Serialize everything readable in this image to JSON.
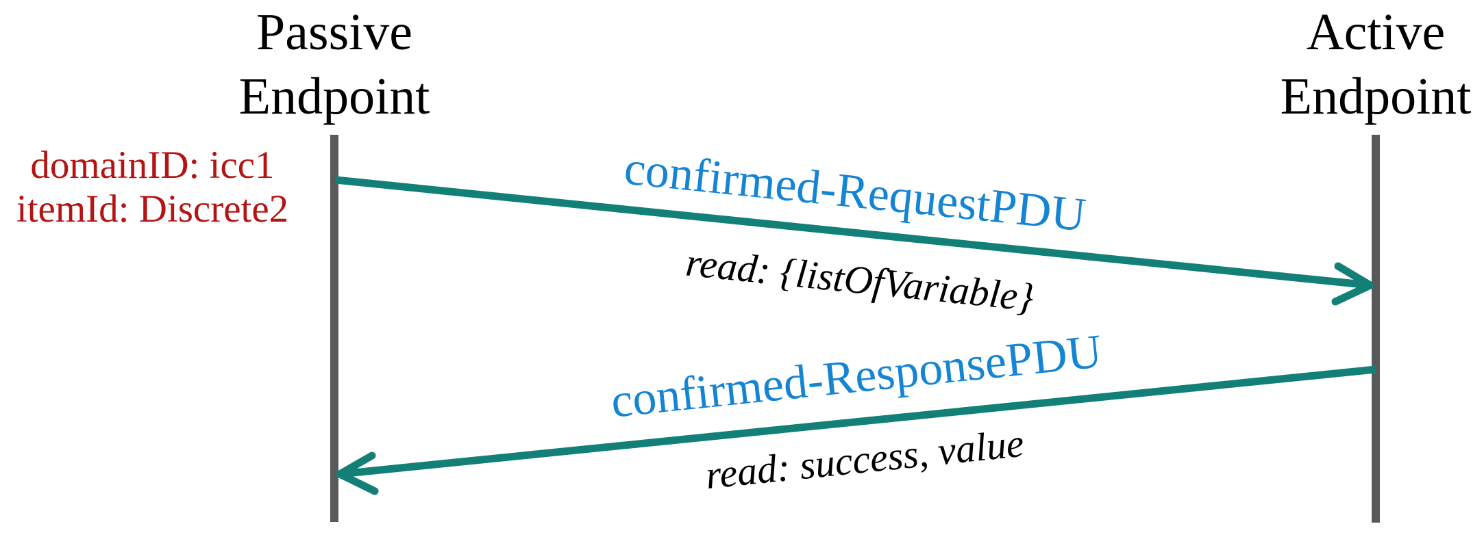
{
  "diagram": {
    "type": "sequence-diagram",
    "passive_endpoint": {
      "title_lines": [
        "Passive",
        "Endpoint"
      ]
    },
    "active_endpoint": {
      "title_lines": [
        "Active",
        "Endpoint"
      ]
    },
    "annotation": {
      "lines": [
        "domainID: icc1",
        "itemId: Discrete2"
      ]
    },
    "messages": [
      {
        "name": "confirmed-RequestPDU",
        "params": "read: {listOfVariable}",
        "from": "Passive Endpoint",
        "to": "Active Endpoint"
      },
      {
        "name": "confirmed-ResponsePDU",
        "params": "read: success, value",
        "from": "Active Endpoint",
        "to": "Passive Endpoint"
      }
    ],
    "colors": {
      "message_name": "#1585D3",
      "annotation": "#B51414",
      "arrow": "#138078",
      "lifeline": "#58595B",
      "text": "#000000",
      "background": "#FFFFFF"
    }
  }
}
